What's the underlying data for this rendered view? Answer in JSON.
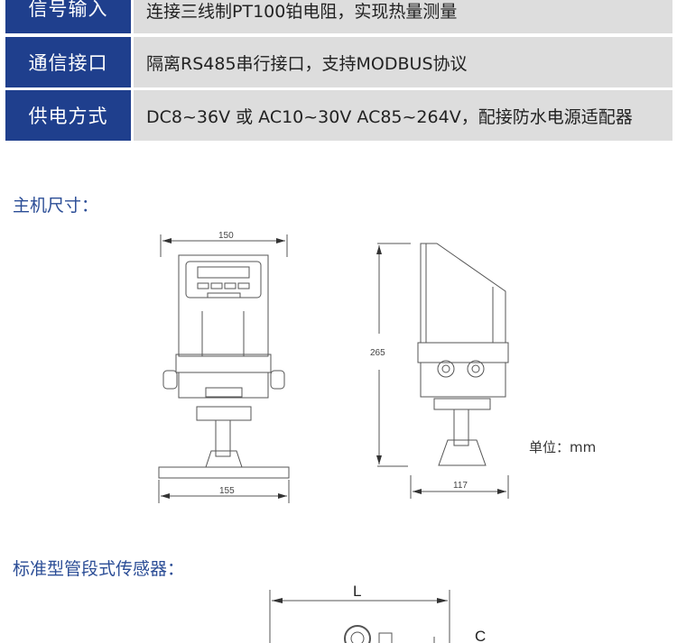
{
  "spec_table": [
    {
      "label": "信号输入",
      "value": "连接三线制PT100铂电阻，实现热量测量"
    },
    {
      "label": "通信接口",
      "value": "隔离RS485串行接口，支持MODBUS协议"
    },
    {
      "label": "供电方式",
      "value": "DC8~36V  或  AC10~30V  AC85~264V，配接防水电源适配器"
    }
  ],
  "host_dimensions": {
    "heading": "主机尺寸：",
    "width_top": "150",
    "width_bottom": "155",
    "height": "265",
    "depth": "117",
    "unit": "单位：mm"
  },
  "sensor": {
    "heading": "标准型管段式传感器：",
    "dim_l": "L",
    "dim_c": "C"
  },
  "colors": {
    "label_bg": "#1f3f8d",
    "value_bg": "#dddddd",
    "heading": "#2b4d96"
  }
}
